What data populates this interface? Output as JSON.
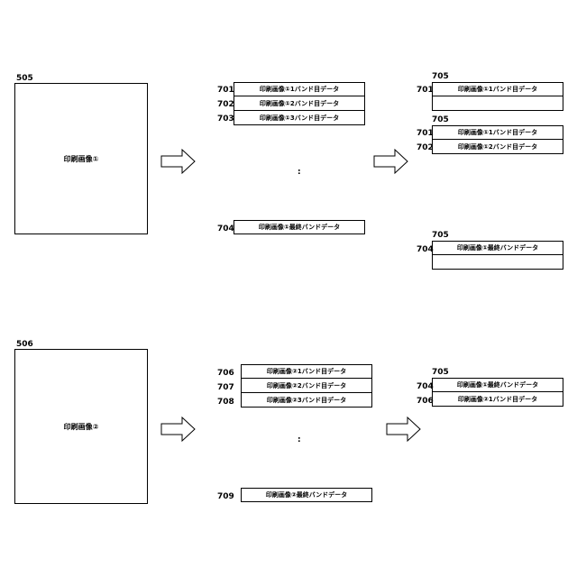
{
  "section1": {
    "image_ref": "505",
    "image_label": "印刷画像①",
    "bands": [
      {
        "ref": "701",
        "label": "印刷画像①1バンド目データ"
      },
      {
        "ref": "702",
        "label": "印刷画像①2バンド目データ"
      },
      {
        "ref": "703",
        "label": "印刷画像①3バンド目データ"
      }
    ],
    "ellipsis": ":",
    "last_band": {
      "ref": "704",
      "label": "印刷画像①最終バンドデータ"
    },
    "buffers": [
      {
        "ref": "705",
        "rows": [
          {
            "ref": "701",
            "label": "印刷画像①1バンド目データ"
          }
        ]
      },
      {
        "ref": "705",
        "rows": [
          {
            "ref": "701",
            "label": "印刷画像①1バンド目データ"
          },
          {
            "ref": "702",
            "label": "印刷画像①2バンド目データ"
          }
        ]
      },
      {
        "ref": "705",
        "rows": [
          {
            "ref": "704",
            "label": "印刷画像①最終バンドデータ"
          }
        ]
      }
    ]
  },
  "section2": {
    "image_ref": "506",
    "image_label": "印刷画像②",
    "bands": [
      {
        "ref": "706",
        "label": "印刷画像②1バンド目データ"
      },
      {
        "ref": "707",
        "label": "印刷画像②2バンド目データ"
      },
      {
        "ref": "708",
        "label": "印刷画像②3バンド目データ"
      }
    ],
    "ellipsis": ":",
    "last_band": {
      "ref": "709",
      "label": "印刷画像②最終バンドデータ"
    },
    "buffer": {
      "ref": "705",
      "rows": [
        {
          "ref": "704",
          "label": "印刷画像①最終バンドデータ"
        },
        {
          "ref": "706",
          "label": "印刷画像②1バンド目データ"
        }
      ]
    }
  }
}
